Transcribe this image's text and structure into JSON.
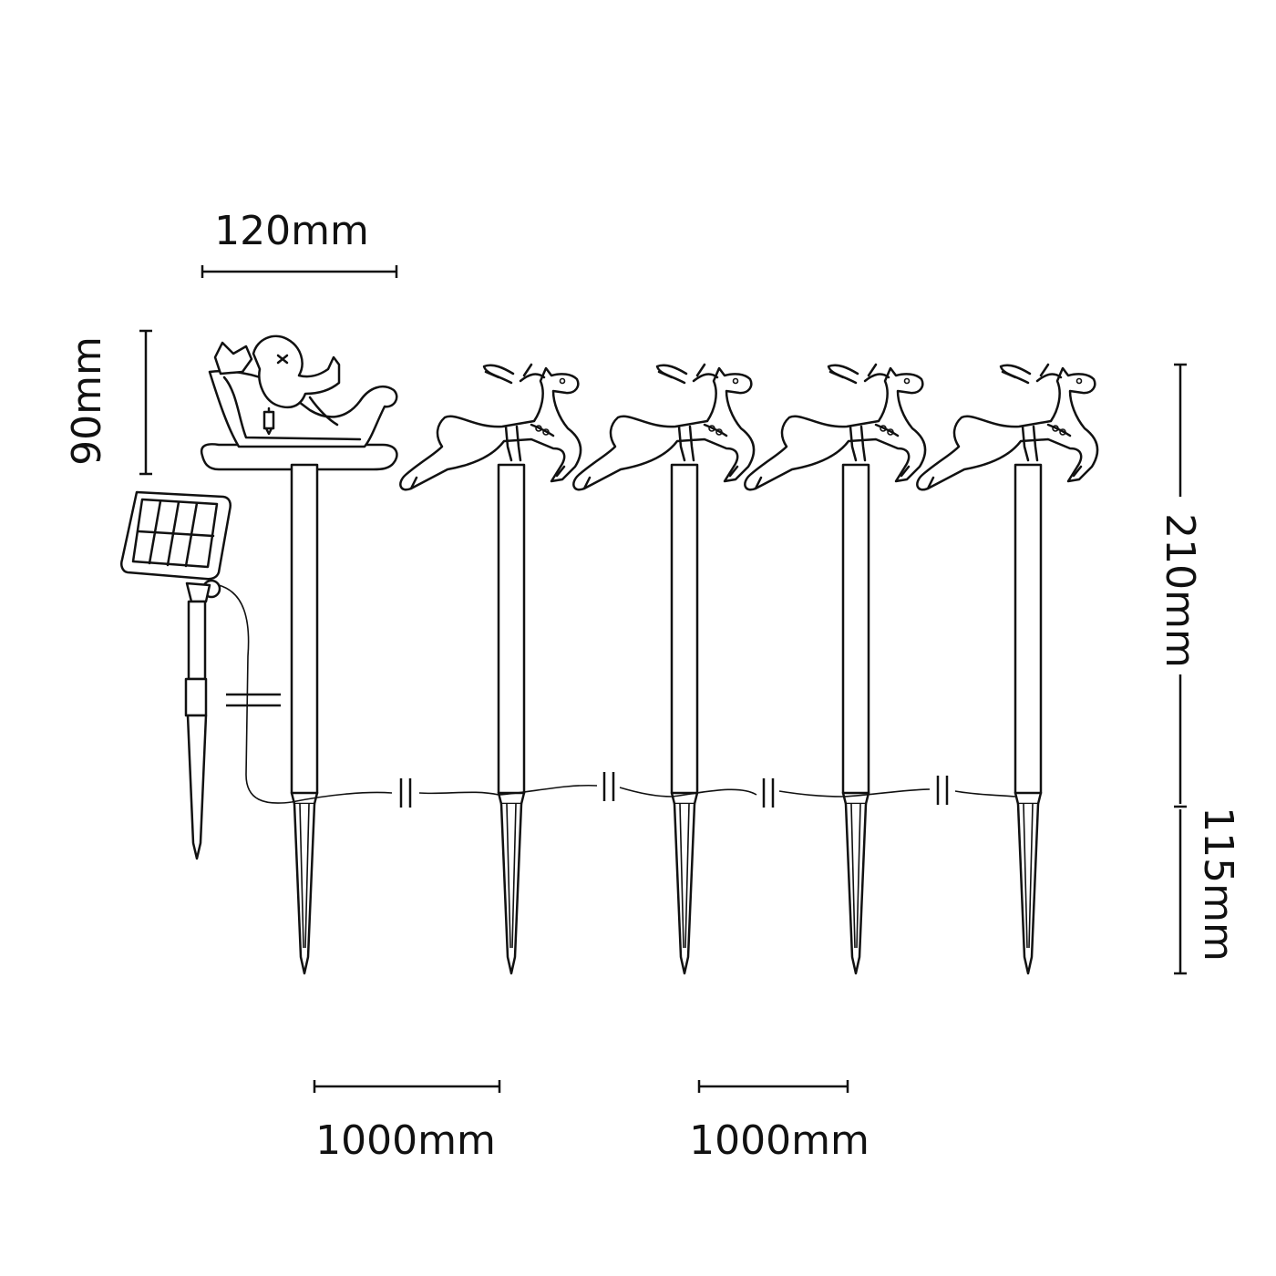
{
  "dimensions": {
    "sleigh_width": "120mm",
    "sleigh_height": "90mm",
    "stake_height": "210mm",
    "spike_height": "115mm",
    "spacing_1": "1000mm",
    "spacing_2": "1000mm"
  },
  "colors": {
    "line": "#111111",
    "background": "#ffffff"
  }
}
